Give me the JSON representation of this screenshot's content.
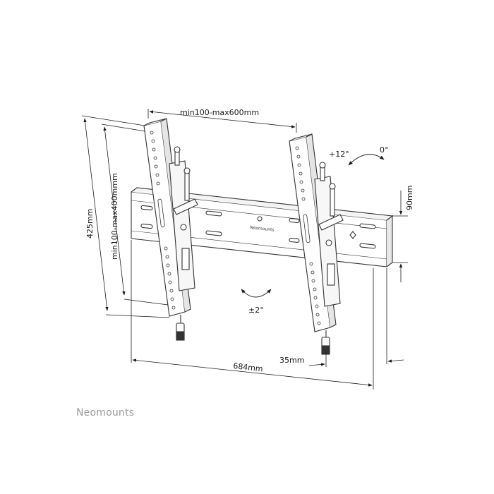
{
  "dimensions": {
    "vesa_width": "min100-max600mm",
    "total_height": "425mm",
    "vesa_height": "min100-max400mmm",
    "rail_height": "90mm",
    "total_width": "684mm",
    "wall_distance": "35mm"
  },
  "angles": {
    "tilt_up": "+12°",
    "tilt_zero": "0°",
    "rotation": "±2°"
  },
  "product_logo": "Neomounts",
  "brand": "Neomounts"
}
